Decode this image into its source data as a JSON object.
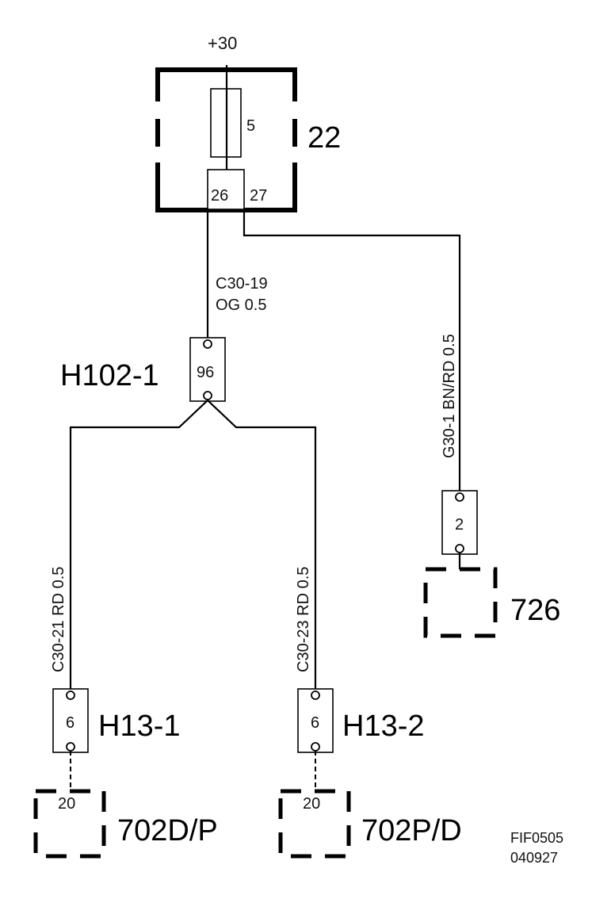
{
  "supply": {
    "label": "+30"
  },
  "fuse_box": {
    "id": "22",
    "fuse_rating": "5",
    "pin_left": "26",
    "pin_right": "27"
  },
  "wires": {
    "w1": "C30-19",
    "w1_spec": "OG  0.5",
    "w2": "G30-1  BN/RD  0.5",
    "w3": "C30-21  RD  0.5",
    "w4": "C30-23  RD  0.5"
  },
  "connectors": {
    "h102": {
      "id": "H102-1",
      "pin": "96"
    },
    "c2": {
      "pin": "2"
    },
    "h13_1": {
      "id": "H13-1",
      "pin": "6"
    },
    "h13_2": {
      "id": "H13-2",
      "pin": "6"
    }
  },
  "components": {
    "c726": {
      "id": "726"
    },
    "c702dp": {
      "id": "702D/P",
      "pin": "20"
    },
    "c702pd": {
      "id": "702P/D",
      "pin": "20"
    }
  },
  "figure_code": {
    "line1": "FIF0505",
    "line2": "040927"
  }
}
